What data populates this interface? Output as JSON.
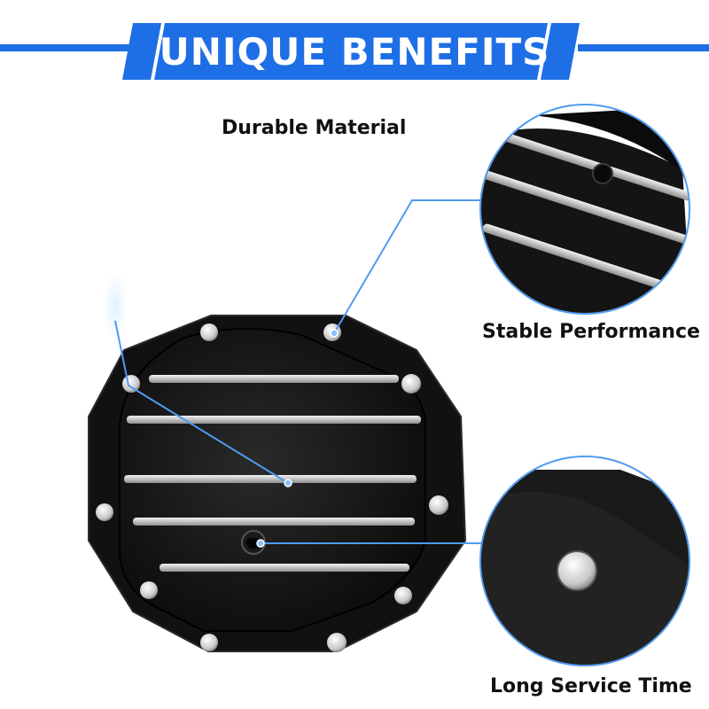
{
  "banner": {
    "title": "UNIQUE BENEFITS",
    "color": "#1e6fe6"
  },
  "features": [
    {
      "label": "Durable Material"
    },
    {
      "label": "Stable Performance"
    },
    {
      "label": "Long Service Time"
    }
  ],
  "product": {
    "description_icon": "differential-cover-image",
    "body_color": "#141414",
    "fin_color": "#d9d9d9",
    "callout_color": "#4f9bf0"
  }
}
